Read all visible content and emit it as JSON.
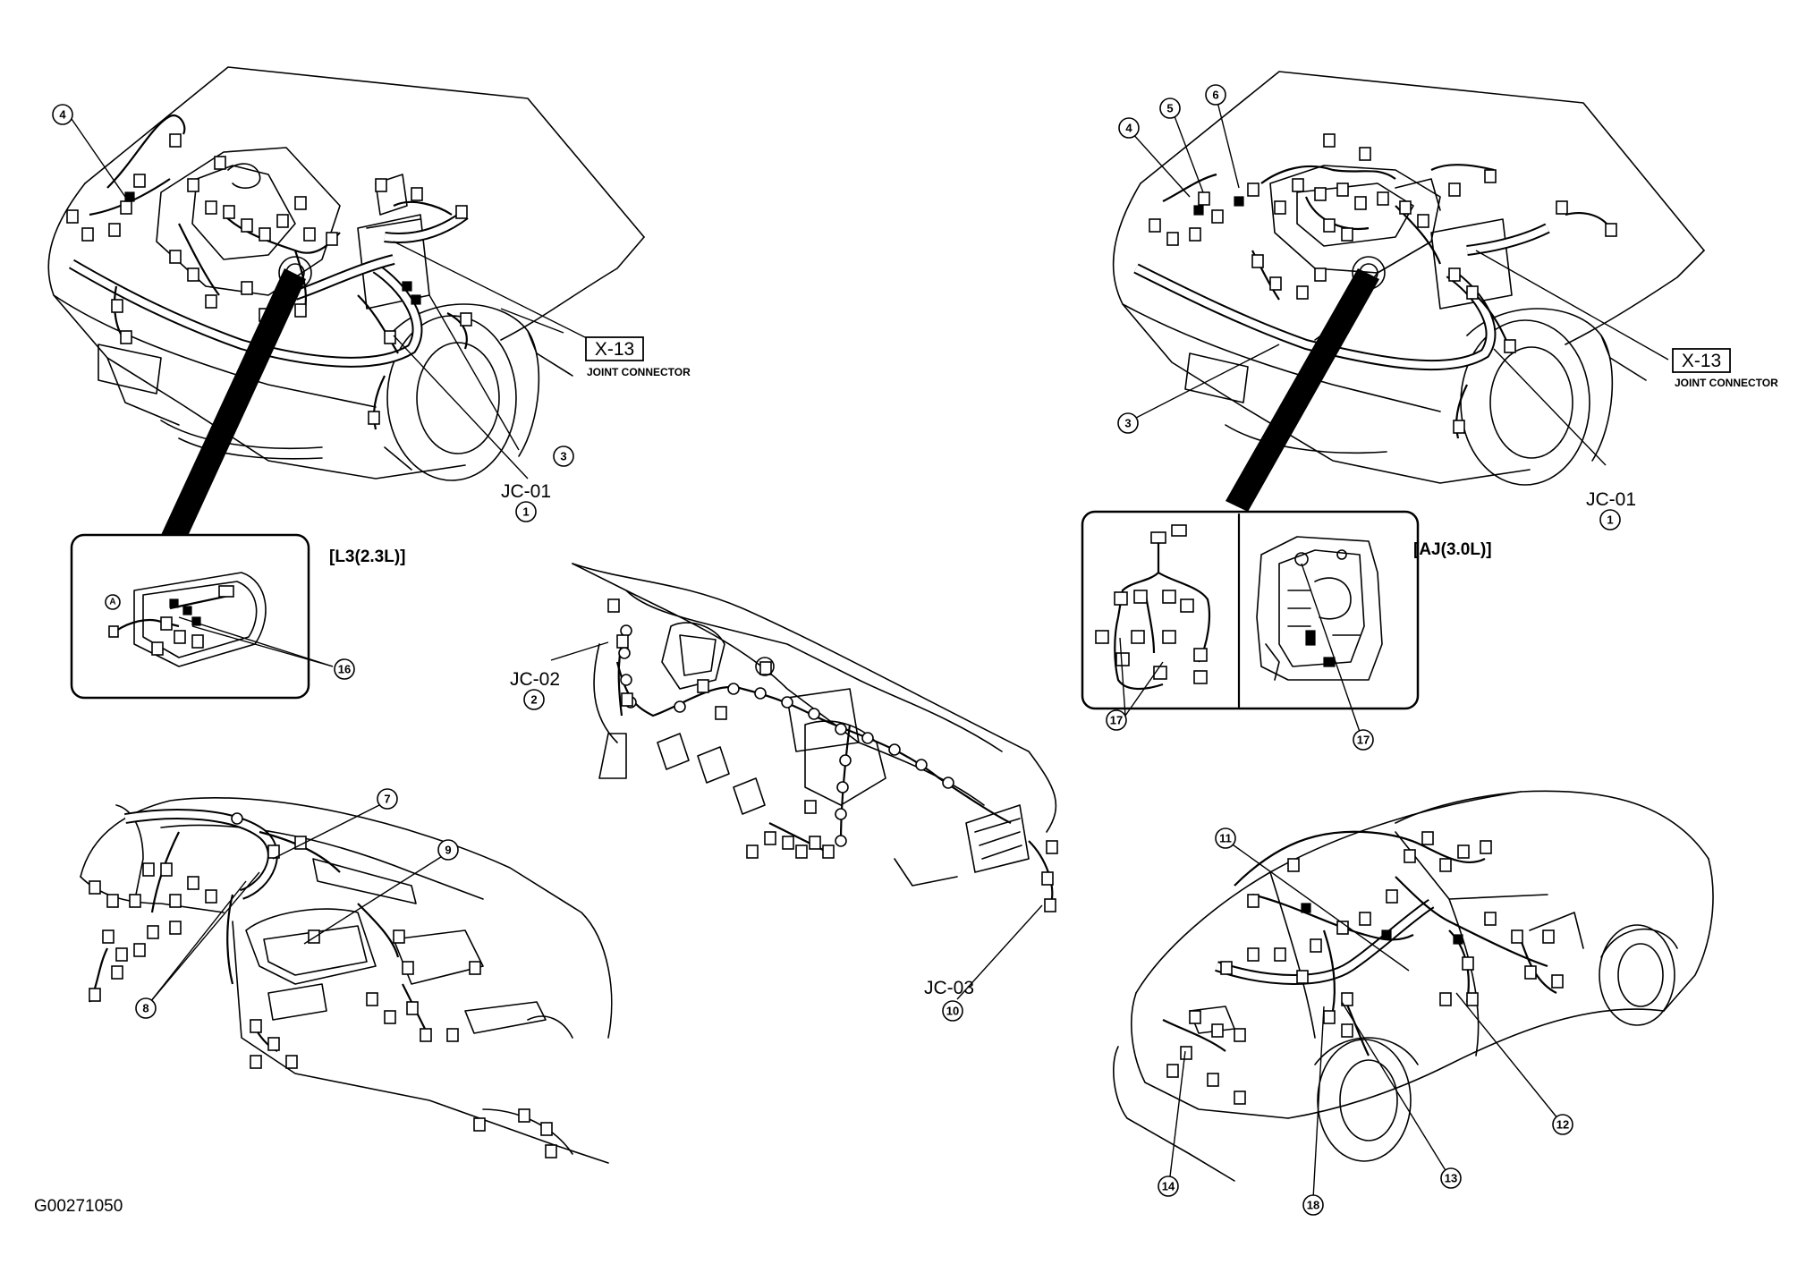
{
  "figure_code": "G00271050",
  "connector_box_top_left": {
    "code": "X-13",
    "caption": "JOINT CONNECTOR"
  },
  "connector_box_top_right": {
    "code": "X-13",
    "caption": "JOINT CONNECTOR"
  },
  "engine_labels": {
    "l3": "[L3(2.3L)]",
    "aj": "[AJ(3.0L)]"
  },
  "joint_connectors": {
    "jc01_left": {
      "name": "JC-01",
      "num": "1"
    },
    "jc01_right": {
      "name": "JC-01",
      "num": "1"
    },
    "jc02": {
      "name": "JC-02",
      "num": "2"
    },
    "jc03": {
      "name": "JC-03",
      "num": "10"
    }
  },
  "callouts": {
    "c4_left": "4",
    "c3_left": "3",
    "c16": "16",
    "c4_right": "4",
    "c5": "5",
    "c6": "6",
    "c3_right": "3",
    "c17_left": "17",
    "c17_right": "17",
    "c7": "7",
    "c8": "8",
    "c9": "9",
    "c11": "11",
    "c12": "12",
    "c13": "13",
    "c14": "14",
    "c18": "18"
  },
  "inset_marker": "A"
}
